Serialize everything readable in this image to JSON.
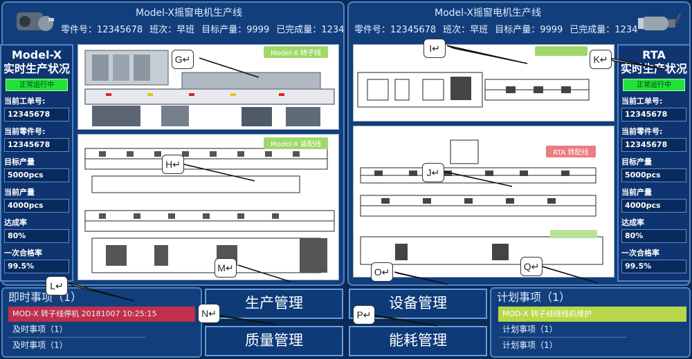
{
  "left": {
    "title": "Model-X摇窗电机生产线",
    "info": [
      "零件号：12345678",
      "班次：早班",
      "目标产量：9999",
      "已完成量：1234"
    ],
    "side": {
      "title_line1": "Model-X",
      "title_line2": "实时生产状况",
      "status": "正常运行中",
      "fields": [
        {
          "label": "当前工单号:",
          "value": "12345678"
        },
        {
          "label": "当前零件号:",
          "value": "12345678"
        },
        {
          "label": "目标产量",
          "value": "5000pcs"
        },
        {
          "label": "当前产量",
          "value": "4000pcs"
        },
        {
          "label": "达成率",
          "value": "80%"
        },
        {
          "label": "一次合格率",
          "value": "99.5%"
        }
      ]
    },
    "diag_top_tag": "Model-X 转子线",
    "diag_bot_tag": "Model-X 装配线"
  },
  "right": {
    "title": "Model-X摇窗电机生产线",
    "info": [
      "零件号：12345678",
      "班次：早班",
      "目标产量：9999",
      "已完成量：1234"
    ],
    "side": {
      "title_line1": "RTA",
      "title_line2": "实时生产状况",
      "status": "正常运行中",
      "fields": [
        {
          "label": "当前工单号:",
          "value": "12345678"
        },
        {
          "label": "当前零件号:",
          "value": "12345678"
        },
        {
          "label": "目标产量",
          "value": "5000pcs"
        },
        {
          "label": "当前产量",
          "value": "4000pcs"
        },
        {
          "label": "达成率",
          "value": "80%"
        },
        {
          "label": "一次合格率",
          "value": "99.5%"
        }
      ]
    },
    "diag_bot_tag": "RTA 转配线"
  },
  "immediate": {
    "title": "即时事项（1）",
    "items": [
      "MOD-X 转子线停机 20181007 10:25:15",
      "及时事项（1）",
      "及时事项（1）"
    ]
  },
  "planned": {
    "title": "计划事项（1）",
    "items": [
      "MOD-X 转子线绕线机维护",
      "计划事项（1）",
      "计划事项（1）"
    ]
  },
  "buttons": {
    "production": "生产管理",
    "quality": "质量管理",
    "equipment": "设备管理",
    "energy": "能耗管理"
  },
  "markers": {
    "G": "G↵",
    "H": "H↵",
    "I": "I↵",
    "J": "J↵",
    "K": "K↵",
    "L": "L↵",
    "M": "M↵",
    "N": "N↵",
    "O": "O↵",
    "P": "P↵",
    "Q": "Q↵"
  }
}
